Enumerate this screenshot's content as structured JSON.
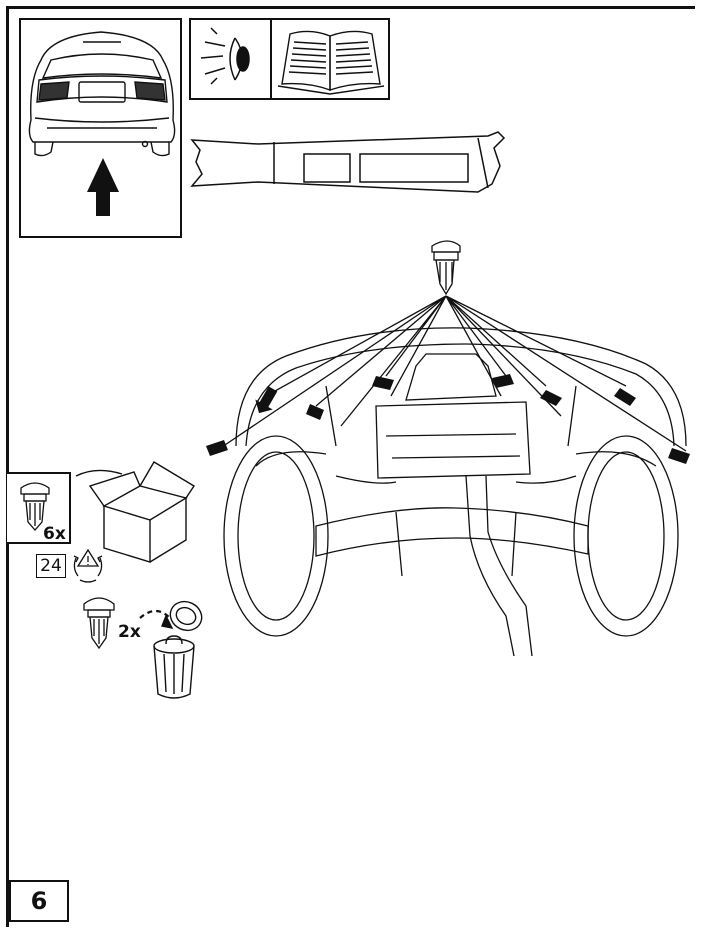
{
  "step": {
    "number": "6"
  },
  "bag": {
    "quantity": "6x",
    "code": "24"
  },
  "bin": {
    "quantity": "2x"
  },
  "icons": {
    "car_rear": "car-rear-view-icon",
    "up_arrow": "arrow-up-icon",
    "eye": "eye-icon",
    "manual": "open-book-icon",
    "tool": "trim-removal-tool-icon",
    "clip": "push-clip-icon",
    "box": "carton-box-icon",
    "recycle": "recycle-icon",
    "bin": "waste-bin-icon"
  }
}
